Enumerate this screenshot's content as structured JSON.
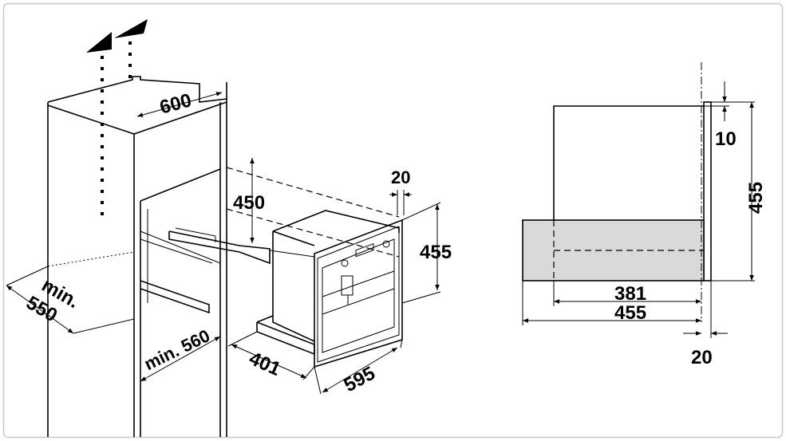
{
  "diagram": {
    "perspective": {
      "width_top": "600",
      "niche_height": "450",
      "offset_top": "20",
      "appliance_height": "455",
      "min_depth": "min.\n550",
      "min_depth_line1": "min.",
      "min_depth_line2": "550",
      "min_width": "min. 560",
      "depth": "401",
      "appliance_width": "595"
    },
    "side_view": {
      "top_gap": "10",
      "height": "455",
      "inner_depth": "381",
      "total_depth": "455",
      "front_offset": "20"
    },
    "colors": {
      "line": "#000000",
      "appliance_fill": "#d9d9d9",
      "border": "#c8c8c8",
      "background": "#ffffff"
    }
  }
}
